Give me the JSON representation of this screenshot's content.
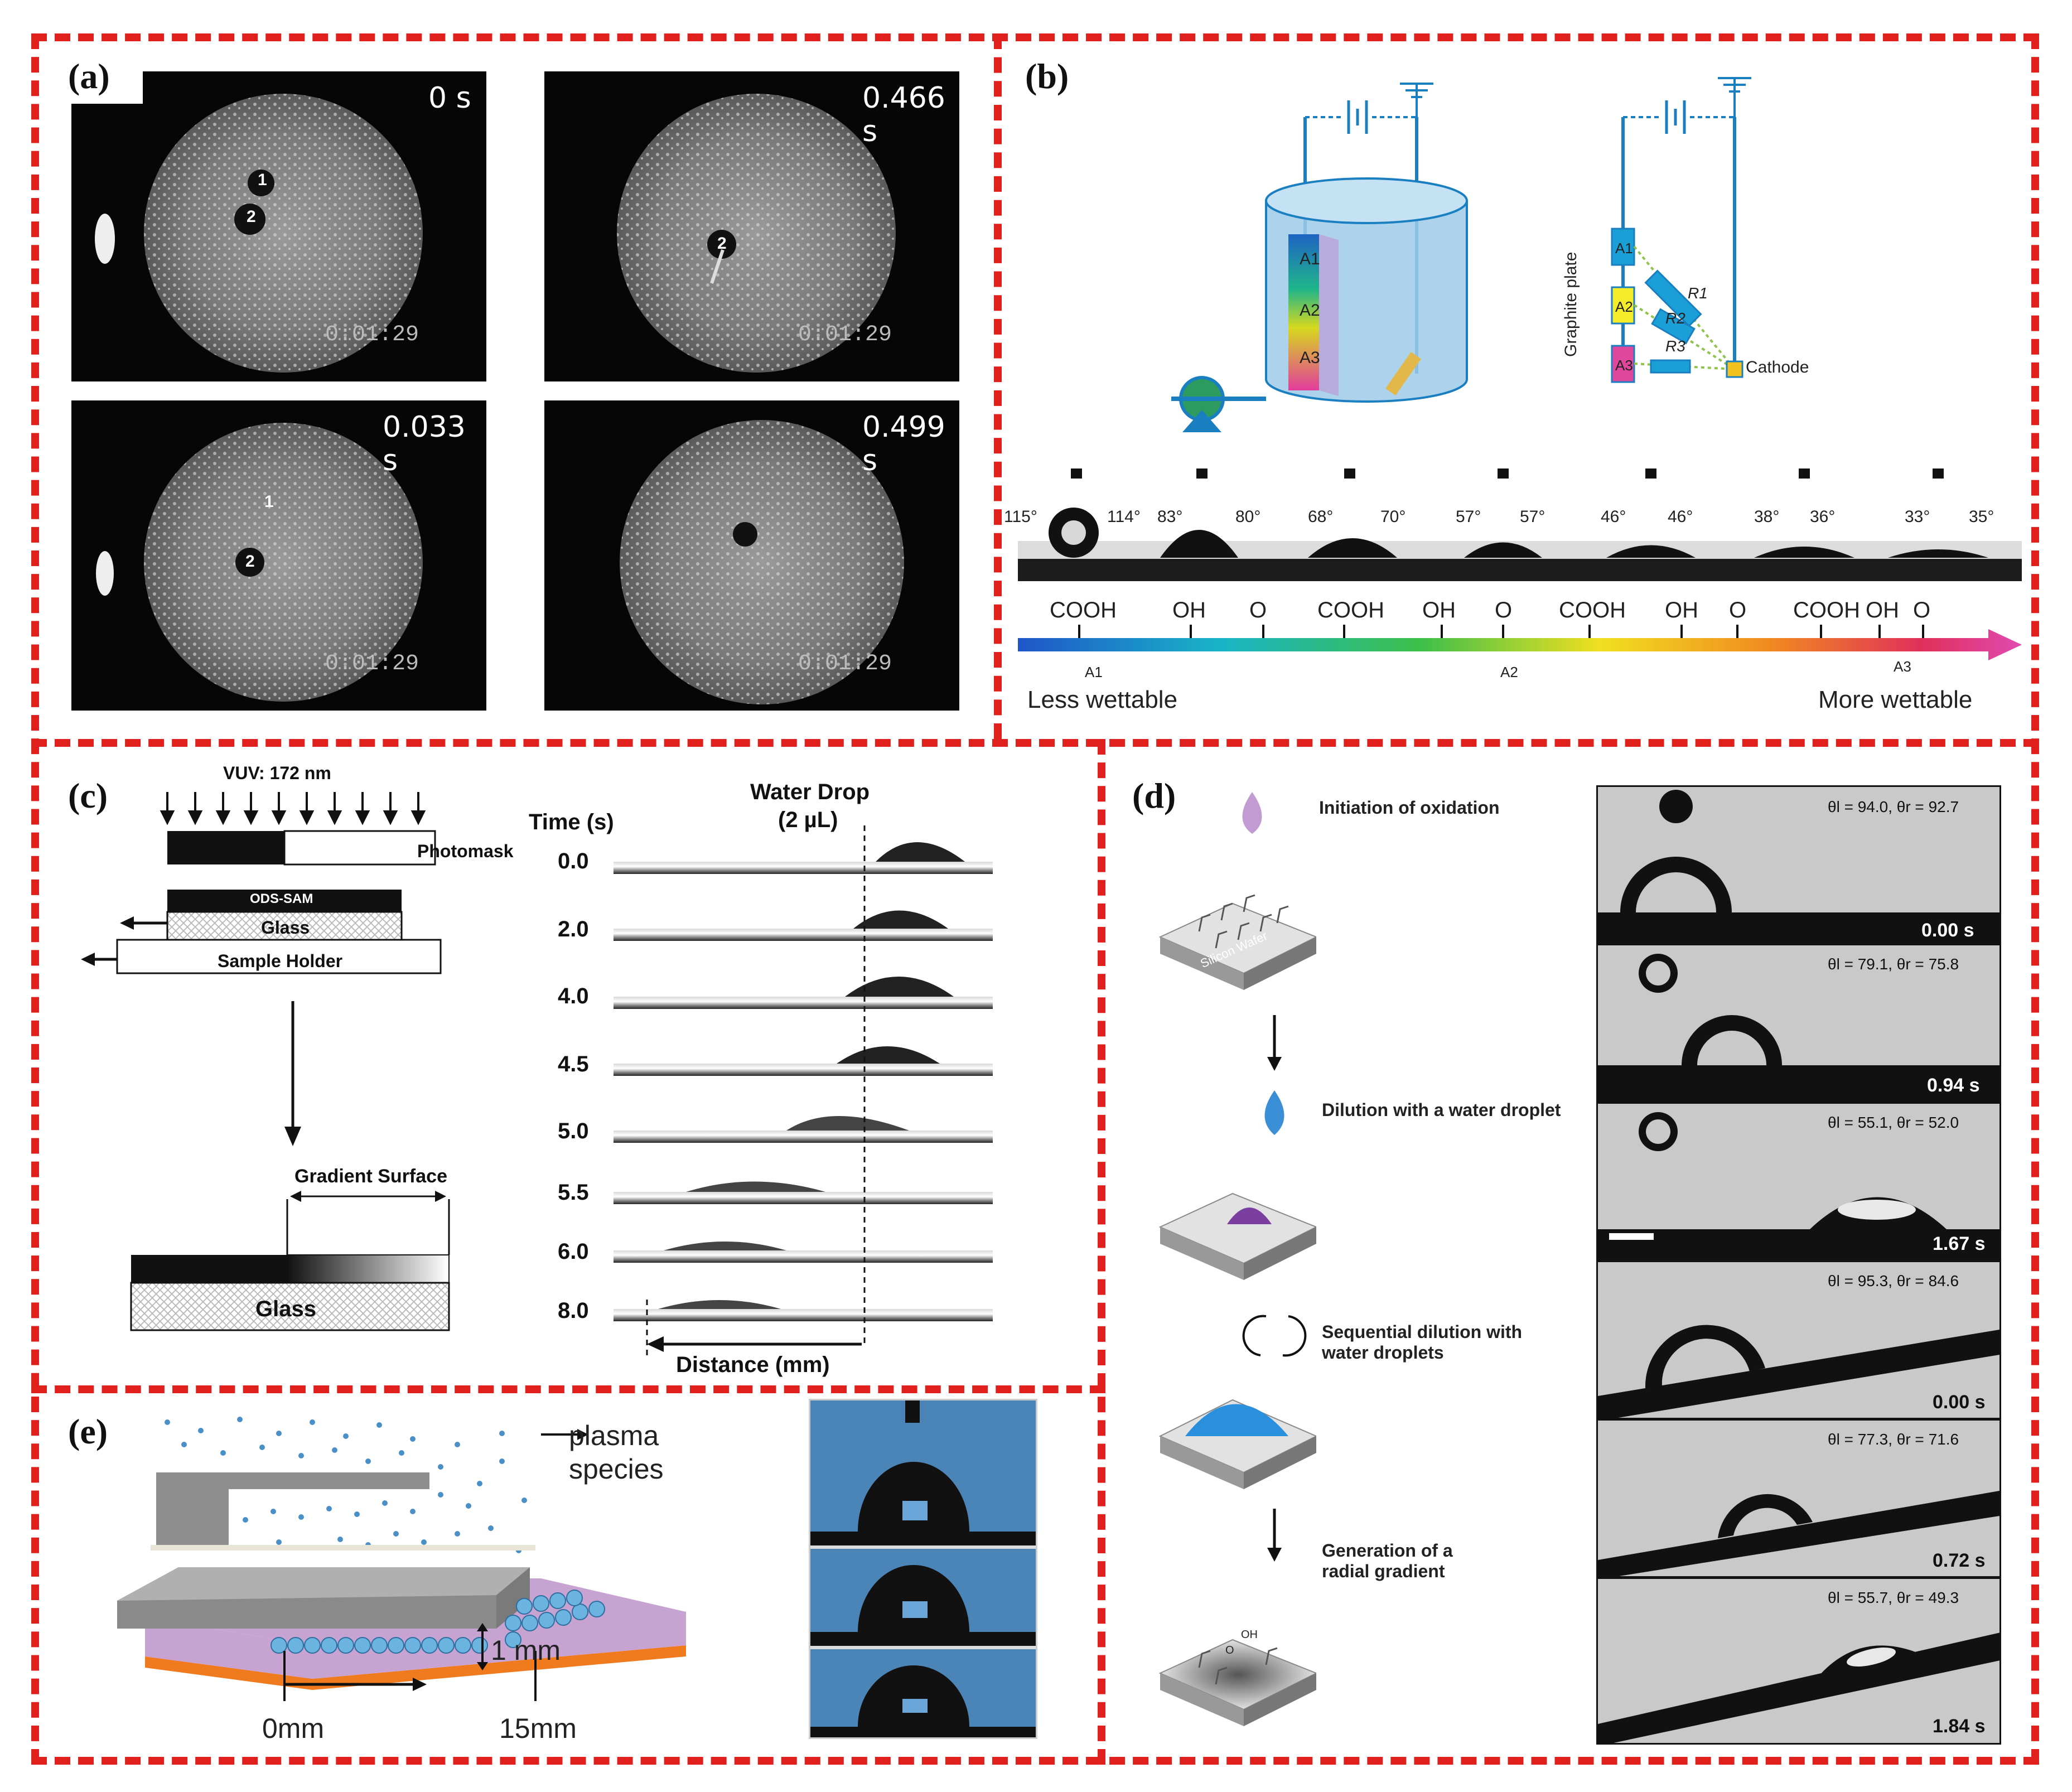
{
  "panels": {
    "a": {
      "tag": "(a)",
      "frames": [
        {
          "time": "0 s",
          "stamp": "0:01:29",
          "spots": [
            "1",
            "2"
          ]
        },
        {
          "time": "0.466 s",
          "stamp": "0:01:29",
          "spots": [
            "2"
          ]
        },
        {
          "time": "0.033 s",
          "stamp": "0:01:29",
          "spots": [
            "1",
            "2"
          ]
        },
        {
          "time": "0.499 s",
          "stamp": "0:01:29",
          "spots": []
        }
      ]
    },
    "b": {
      "tag": "(b)",
      "electrode_labels": [
        "A1",
        "A2",
        "A3"
      ],
      "circuit": {
        "plate_label": "Graphite plate",
        "nodes": [
          "A1",
          "A2",
          "A3"
        ],
        "resistors": [
          "R1",
          "R2",
          "R3"
        ],
        "cathode": "Cathode"
      },
      "angles": [
        "115°",
        "114°",
        "83°",
        "80°",
        "68°",
        "70°",
        "57°",
        "57°",
        "46°",
        "46°",
        "38°",
        "36°",
        "33°",
        "35°"
      ],
      "groups": [
        "COOH",
        "OH",
        "O",
        "COOH",
        "OH",
        "O",
        "COOH",
        "OH",
        "O",
        "COOH",
        "OH",
        "O"
      ],
      "gradient_markers": [
        "A1",
        "A2",
        "A3"
      ],
      "left_label": "Less wettable",
      "right_label": "More wettable"
    },
    "c": {
      "tag": "(c)",
      "vuv": "VUV: 172 nm",
      "photomask": "Photomask",
      "ods": "ODS-SAM",
      "glass": "Glass",
      "holder": "Sample Holder",
      "gradient": "Gradient Surface",
      "glass2": "Glass",
      "time_header": "Time (s)",
      "drop_header_1": "Water Drop",
      "drop_header_2": "(2 µL)",
      "times": [
        "0.0",
        "2.0",
        "4.0",
        "4.5",
        "5.0",
        "5.5",
        "6.0",
        "8.0"
      ],
      "distance": "Distance (mm)"
    },
    "d": {
      "tag": "(d)",
      "steps": [
        "Initiation of oxidation",
        "Dilution with a water droplet",
        "Sequential dilution with water droplets",
        "Generation of a radial gradient"
      ],
      "wafer": "Silicon Wafer",
      "oh_label": "OH",
      "o_label": "O",
      "frames": [
        {
          "angles": "θl = 94.0, θr = 92.7",
          "time": "0.00 s"
        },
        {
          "angles": "θl = 79.1, θr = 75.8",
          "time": "0.94 s"
        },
        {
          "angles": "θl = 55.1, θr = 52.0",
          "time": "1.67 s"
        },
        {
          "angles": "θl = 95.3, θr = 84.6",
          "time": "0.00 s"
        },
        {
          "angles": "θl = 77.3, θr = 71.6",
          "time": "0.72 s"
        },
        {
          "angles": "θl = 55.7, θr = 49.3",
          "time": "1.84 s"
        }
      ]
    },
    "e": {
      "tag": "(e)",
      "plasma_1": "plasma",
      "plasma_2": "species",
      "gap": "1 mm",
      "start": "0mm",
      "end": "15mm"
    }
  },
  "colors": {
    "border": "#e0201c",
    "tank": "#9fcbe9",
    "blue_line": "#1a7fc1",
    "plasma_bg": "#4b84b6",
    "plate_purple": "#c8a6d3",
    "plate_orange": "#f07a1e"
  }
}
